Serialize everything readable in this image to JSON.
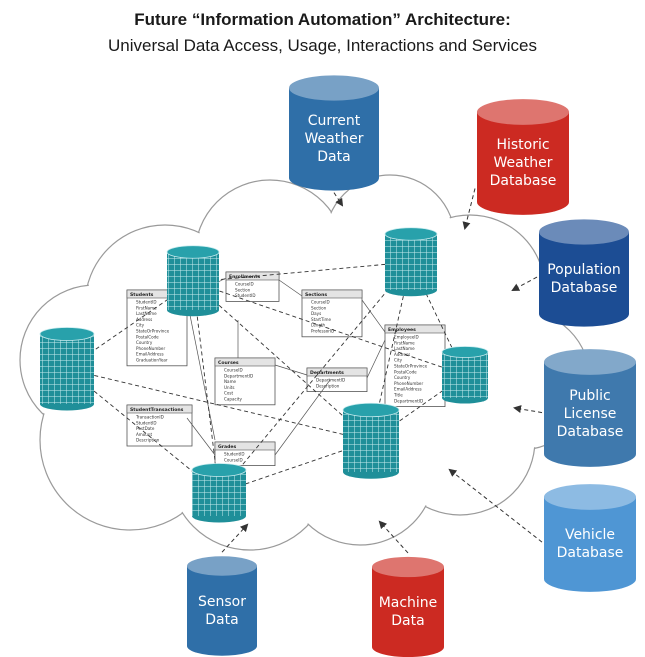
{
  "title": "Future “Information Automation” Architecture:",
  "subtitle": "Universal Data Access, Usage, Interactions and Services",
  "external_sources": [
    {
      "id": "current-weather",
      "lines": [
        "Current",
        "Weather",
        "Data"
      ],
      "color": "#2f6fa8"
    },
    {
      "id": "historic-weather",
      "lines": [
        "Historic",
        "Weather",
        "Database"
      ],
      "color": "#cc2a22"
    },
    {
      "id": "population",
      "lines": [
        "Population",
        "Database"
      ],
      "color": "#1c4d94"
    },
    {
      "id": "public-license",
      "lines": [
        "Public",
        "License",
        "Database"
      ],
      "color": "#3f79ad"
    },
    {
      "id": "vehicle",
      "lines": [
        "Vehicle",
        "Database"
      ],
      "color": "#4f96d4"
    },
    {
      "id": "machine",
      "lines": [
        "Machine",
        "Data"
      ],
      "color": "#cc2a22"
    },
    {
      "id": "sensor",
      "lines": [
        "Sensor",
        "Data"
      ],
      "color": "#2f6fa8"
    }
  ],
  "schema_tables": [
    {
      "id": "students",
      "title": "Students",
      "fields": [
        "StudentID",
        "FirstName",
        "LastName",
        "Address",
        "City",
        "StateOrProvince",
        "PostalCode",
        "Country",
        "PhoneNumber",
        "EmailAddress",
        "GraduationYear"
      ]
    },
    {
      "id": "enrollments",
      "title": "Enrollments",
      "fields": [
        "CourseID",
        "Section",
        "StudentID"
      ]
    },
    {
      "id": "sections",
      "title": "Sections",
      "fields": [
        "CourseID",
        "Section",
        "Days",
        "StartTime",
        "Length",
        "ProfessorID"
      ]
    },
    {
      "id": "courses",
      "title": "Courses",
      "fields": [
        "CourseID",
        "DepartmentID",
        "Name",
        "Units",
        "Cost",
        "Capacity"
      ]
    },
    {
      "id": "departments",
      "title": "Departments",
      "fields": [
        "DepartmentID",
        "Description"
      ]
    },
    {
      "id": "employees",
      "title": "Employees",
      "fields": [
        "EmployeeID",
        "FirstName",
        "LastName",
        "Address",
        "City",
        "StateOrProvince",
        "PostalCode",
        "Country",
        "PhoneNumber",
        "EmailAddress",
        "Title",
        "DepartmentID"
      ]
    },
    {
      "id": "student-transactions",
      "title": "StudentTransactions",
      "fields": [
        "TransactionID",
        "StudentID",
        "PostDate",
        "Amount",
        "Description"
      ]
    },
    {
      "id": "grades",
      "title": "Grades",
      "fields": [
        "StudentID",
        "CourseID"
      ]
    }
  ],
  "colors": {
    "cloud_stroke": "#9a9a9a",
    "cylinder_teal": "#1f8f99",
    "connector": "#333333"
  }
}
